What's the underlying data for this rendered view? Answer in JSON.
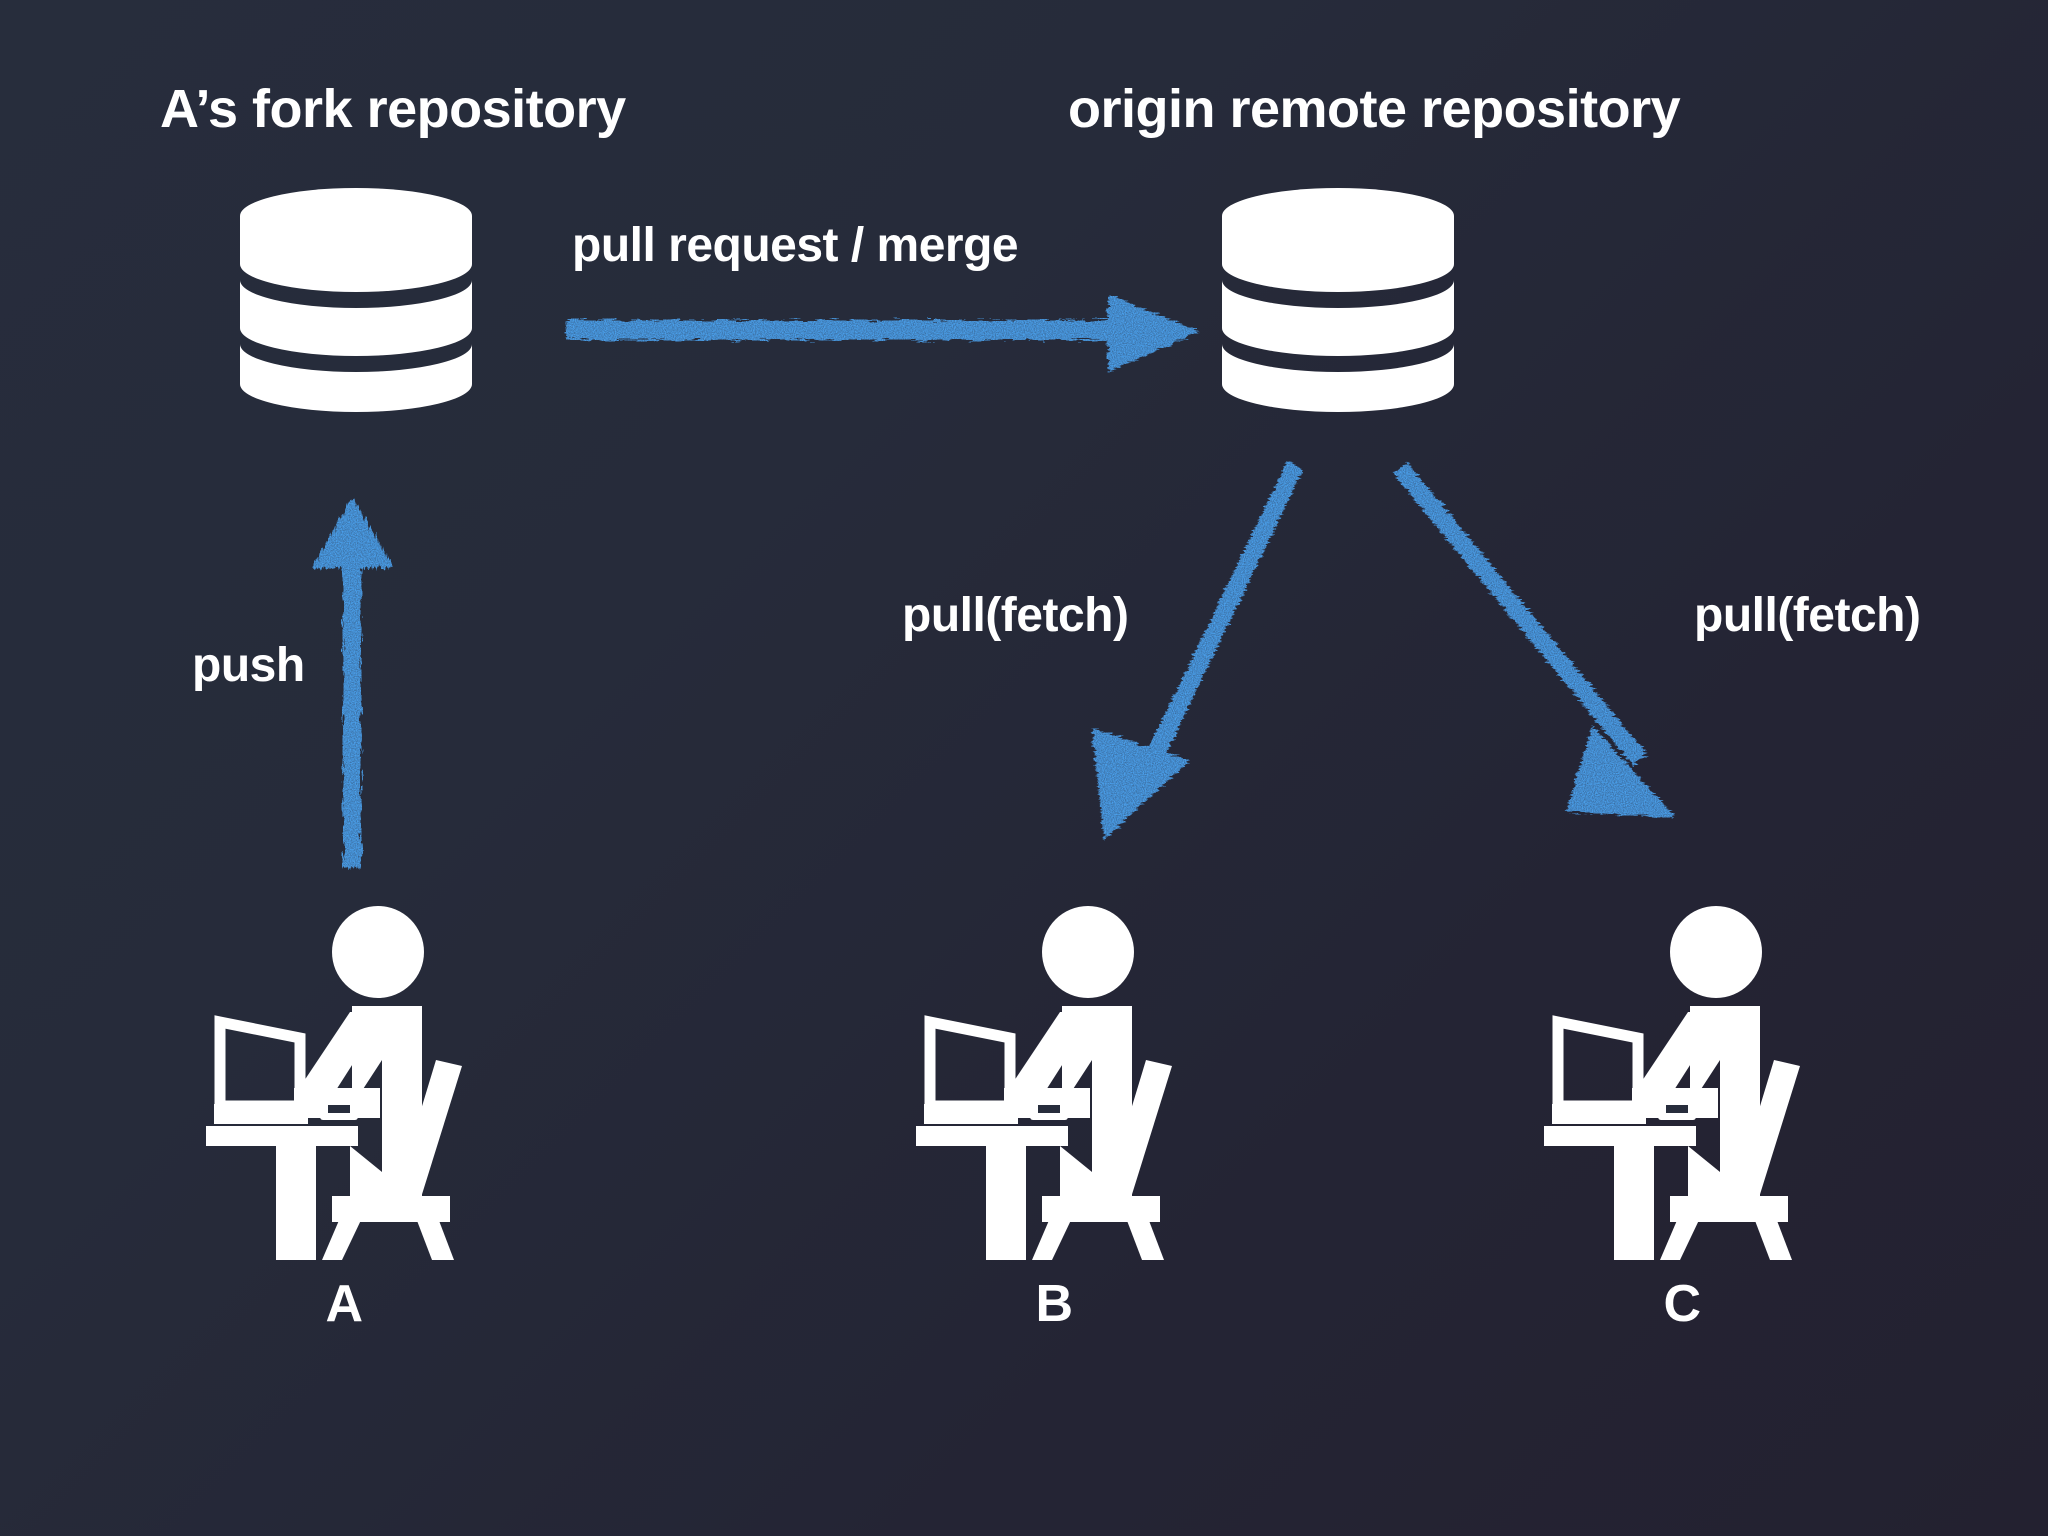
{
  "diagram": {
    "type": "git-workflow-diagram",
    "background": {
      "color_top_left": "#272d3c",
      "color_bottom_right": "#232130"
    },
    "accent_color": "#4ba3f0",
    "foreground_color": "#ffffff",
    "titles": [
      {
        "id": "fork-repo",
        "text": "A’s fork repository"
      },
      {
        "id": "origin-repo",
        "text": "origin remote repository"
      }
    ],
    "nodes": [
      {
        "id": "fork-repo-icon",
        "icon": "database-cylinder-icon",
        "label": "A’s fork repository"
      },
      {
        "id": "origin-repo-icon",
        "icon": "database-cylinder-icon",
        "label": "origin remote repository"
      },
      {
        "id": "actor-a",
        "icon": "person-at-laptop-icon",
        "label": "A"
      },
      {
        "id": "actor-b",
        "icon": "person-at-laptop-icon",
        "label": "B"
      },
      {
        "id": "actor-c",
        "icon": "person-at-laptop-icon",
        "label": "C"
      }
    ],
    "edges": [
      {
        "id": "edge-pull-request",
        "label": "pull request / merge",
        "from": "fork-repo-icon",
        "to": "origin-repo-icon",
        "direction": "right"
      },
      {
        "id": "edge-push",
        "label": "push",
        "from": "actor-a",
        "to": "fork-repo-icon",
        "direction": "up"
      },
      {
        "id": "edge-pull-fetch-b",
        "label": "pull(fetch)",
        "from": "origin-repo-icon",
        "to": "actor-b",
        "direction": "down-left"
      },
      {
        "id": "edge-pull-fetch-c",
        "label": "pull(fetch)",
        "from": "origin-repo-icon",
        "to": "actor-c",
        "direction": "down-right"
      }
    ]
  }
}
